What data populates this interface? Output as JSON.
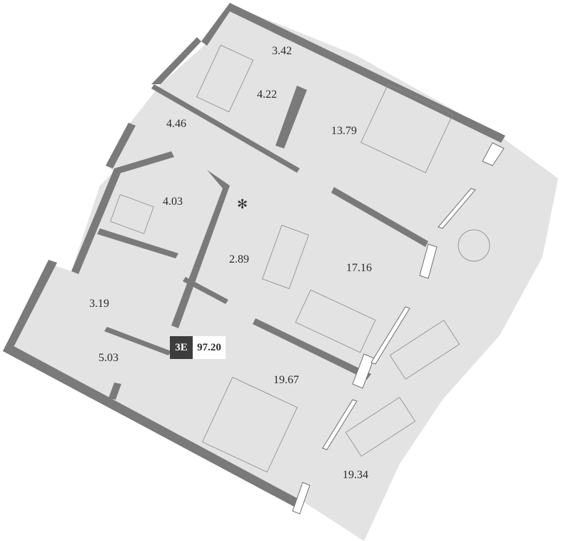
{
  "plan": {
    "badge": {
      "type": "3E",
      "total_area": "97.20"
    },
    "rooms": [
      {
        "id": "wardrobe-top",
        "area": "3.42"
      },
      {
        "id": "bathroom-top",
        "area": "4.22"
      },
      {
        "id": "hallway",
        "area": "4.46"
      },
      {
        "id": "bedroom-top",
        "area": "13.79"
      },
      {
        "id": "bathroom-mid",
        "area": "4.03"
      },
      {
        "id": "kitchen",
        "area": "2.89"
      },
      {
        "id": "living-room",
        "area": "17.16"
      },
      {
        "id": "bathroom-small",
        "area": "3.19"
      },
      {
        "id": "wardrobe-bottom",
        "area": "5.03"
      },
      {
        "id": "bedroom-bottom",
        "area": "19.67"
      },
      {
        "id": "terrace",
        "area": "19.34"
      }
    ],
    "icons": {
      "freezer": "✻"
    },
    "colors": {
      "floor": "#e3e3e3",
      "wall": "#7a7a7a",
      "badge_dark": "#3d3d3d"
    }
  }
}
